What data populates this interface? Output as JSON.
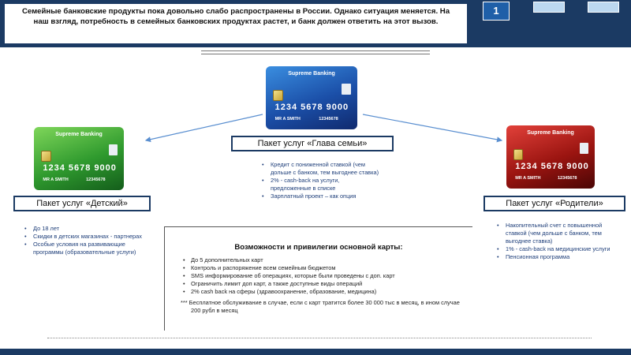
{
  "header": {
    "text": "Семейные банковские продукты пока довольно слабо распространены в России. Однако ситуация меняется. На наш взгляд, потребность в семейных банковских продуктах растет, и банк должен ответить на этот вызов.",
    "page_number": "1"
  },
  "card": {
    "brand": "Supreme Banking",
    "number": "1234 5678 9000",
    "holder": "MR A SMITH",
    "account": "12345678"
  },
  "packages": {
    "family": {
      "label": "Пакет услуг «Глава семьи»",
      "items": [
        "Кредит с пониженной ставкой (чем дольше с банком, тем выгоднее ставка)",
        "2% - cash-back на услуги, предложенные в списке",
        "Зарплатный проект – как опция"
      ]
    },
    "kids": {
      "label": "Пакет услуг «Детский»",
      "items": [
        "До 18 лет",
        "Скидки в детских магазинах - партнерах",
        "Особые условия на развивающие программы (образовательные услуги)"
      ]
    },
    "parents": {
      "label": "Пакет услуг «Родители»",
      "items": [
        "Накопительный счет с повышенной ставкой (чем дольше с банком, тем выгоднее ставка)",
        "1% - cash-back на медицинские услуги",
        "Пенсионная программа"
      ]
    }
  },
  "main": {
    "title": "Возможности и привилегии основной карты:",
    "items": [
      "До 5 дополнительных карт",
      "Контроль и распоряжение всем семейным бюджетом",
      "SMS информирование об операциях, которые были проведены с доп. карт",
      "Ограничить лимит доп карт, а также доступные виды операций",
      "2% cash back на сферы (здравоохранение, образование, медицина)"
    ],
    "footnote": "*** Бесплатное обслуживание в случае, если с карт тратится более 30 000 тыс в месяц, в ином случае 200 рубл в месяц"
  },
  "colors": {
    "navy": "#1b3a63",
    "accent_blue": "#1f5fa8",
    "bullet_text": "#1f3f7a"
  }
}
